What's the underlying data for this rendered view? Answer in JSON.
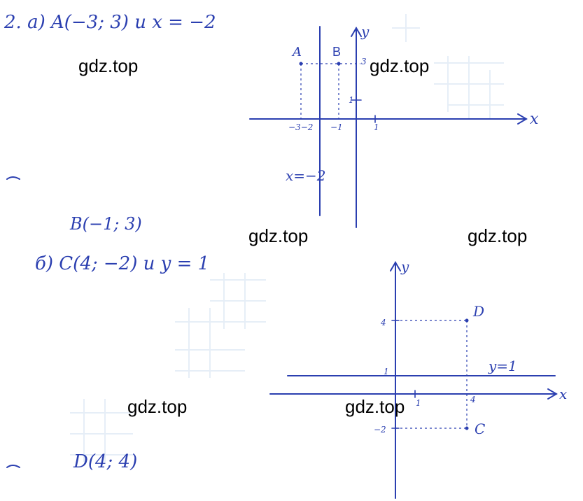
{
  "part_a": {
    "header": "2. а) A(−3; 3)   и   x = −2",
    "result": "B(−1; 3)",
    "line_label": "x=−2",
    "point_A": "A",
    "point_B": "B",
    "axis_x": "x",
    "axis_y": "y",
    "tick_neg3_neg2": "−3−2",
    "tick_neg1": "−1",
    "tick_1_x": "1",
    "tick_3_y": "3",
    "tick_1_y": "1"
  },
  "part_b": {
    "header": "б)  C(4; −2)   и   y = 1",
    "result": "D(4; 4)",
    "line_label": "y=1",
    "point_C": "C",
    "point_D": "D",
    "axis_x": "x",
    "axis_y": "y",
    "tick_4_y": "4",
    "tick_1_y": "1",
    "tick_neg2_y": "−2",
    "tick_1_x": "1",
    "tick_4_x": "4"
  },
  "watermarks": [
    "gdz.top",
    "gdz.top",
    "gdz.top",
    "gdz.top",
    "gdz.top",
    "gdz.top"
  ],
  "colors": {
    "ink": "#2b3fb0",
    "watermark": "#000000",
    "background": "#ffffff"
  }
}
